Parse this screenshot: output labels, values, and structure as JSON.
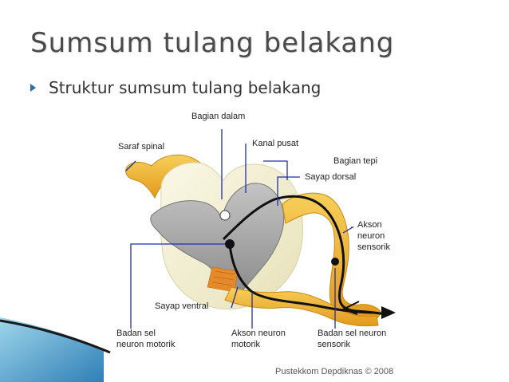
{
  "slide": {
    "title": "Sumsum tulang belakang",
    "bullet": "Struktur sumsum tulang belakang"
  },
  "diagram": {
    "labels": {
      "bagian_dalam": "Bagian dalam",
      "saraf_spinal": "Saraf spinal",
      "kanal_pusat": "Kanal pusat",
      "bagian_tepi": "Bagian tepi",
      "sayap_dorsal": "Sayap dorsal",
      "akson_neuron_sensorik_1": "Akson",
      "akson_neuron_sensorik_2": "neuron",
      "akson_neuron_sensorik_3": "sensorik",
      "sayap_ventral": "Sayap ventral",
      "badan_sel_motorik_1": "Badan sel",
      "badan_sel_motorik_2": "neuron motorik",
      "akson_motorik_1": "Akson neuron",
      "akson_motorik_2": "motorik",
      "badan_sel_sensorik_1": "Badan sel neuron",
      "badan_sel_sensorik_2": "sensorik"
    },
    "credit": "Pustekkom Depdiknas © 2008"
  },
  "colors": {
    "title": "#4a4a4a",
    "bullet": "#2a6fa3",
    "leader_line": "#1f2fa8",
    "white_matter": "#f3f0d8",
    "grey_matter": "#a9a9a9",
    "nerve": "#f2b632"
  }
}
